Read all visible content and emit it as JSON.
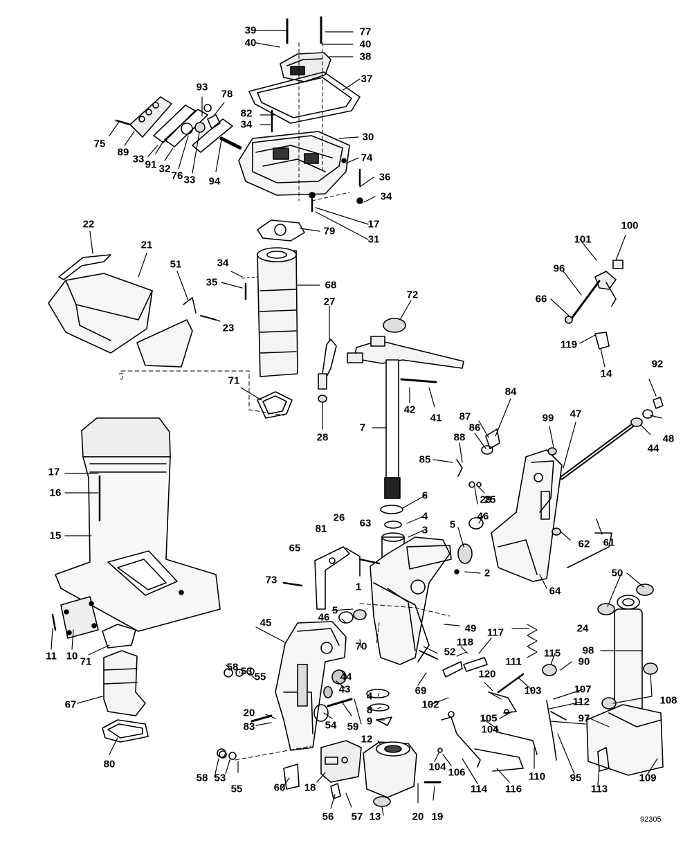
{
  "diagram": {
    "drawing_number": "92305",
    "part_numbers": [
      "1",
      "2",
      "3",
      "4",
      "5",
      "6",
      "7",
      "8",
      "9",
      "10",
      "11",
      "12",
      "13",
      "14",
      "15",
      "16",
      "17",
      "18",
      "19",
      "20",
      "21",
      "22",
      "23",
      "24",
      "25",
      "26",
      "27",
      "28",
      "29",
      "30",
      "31",
      "32",
      "33",
      "34",
      "35",
      "36",
      "37",
      "38",
      "39",
      "40",
      "41",
      "42",
      "43",
      "44",
      "45",
      "46",
      "47",
      "48",
      "49",
      "50",
      "51",
      "52",
      "53",
      "54",
      "55",
      "56",
      "57",
      "58",
      "59",
      "60",
      "61",
      "62",
      "63",
      "64",
      "65",
      "66",
      "67",
      "68",
      "69",
      "70",
      "71",
      "72",
      "73",
      "74",
      "75",
      "76",
      "77",
      "78",
      "79",
      "80",
      "81",
      "82",
      "83",
      "84",
      "85",
      "86",
      "87",
      "88",
      "89",
      "90",
      "91",
      "92",
      "93",
      "94",
      "95",
      "96",
      "97",
      "98",
      "99",
      "100",
      "101",
      "102",
      "103",
      "104",
      "105",
      "106",
      "107",
      "108",
      "109",
      "110",
      "111",
      "112",
      "113",
      "114",
      "115",
      "116",
      "117",
      "118",
      "119",
      "120"
    ]
  }
}
